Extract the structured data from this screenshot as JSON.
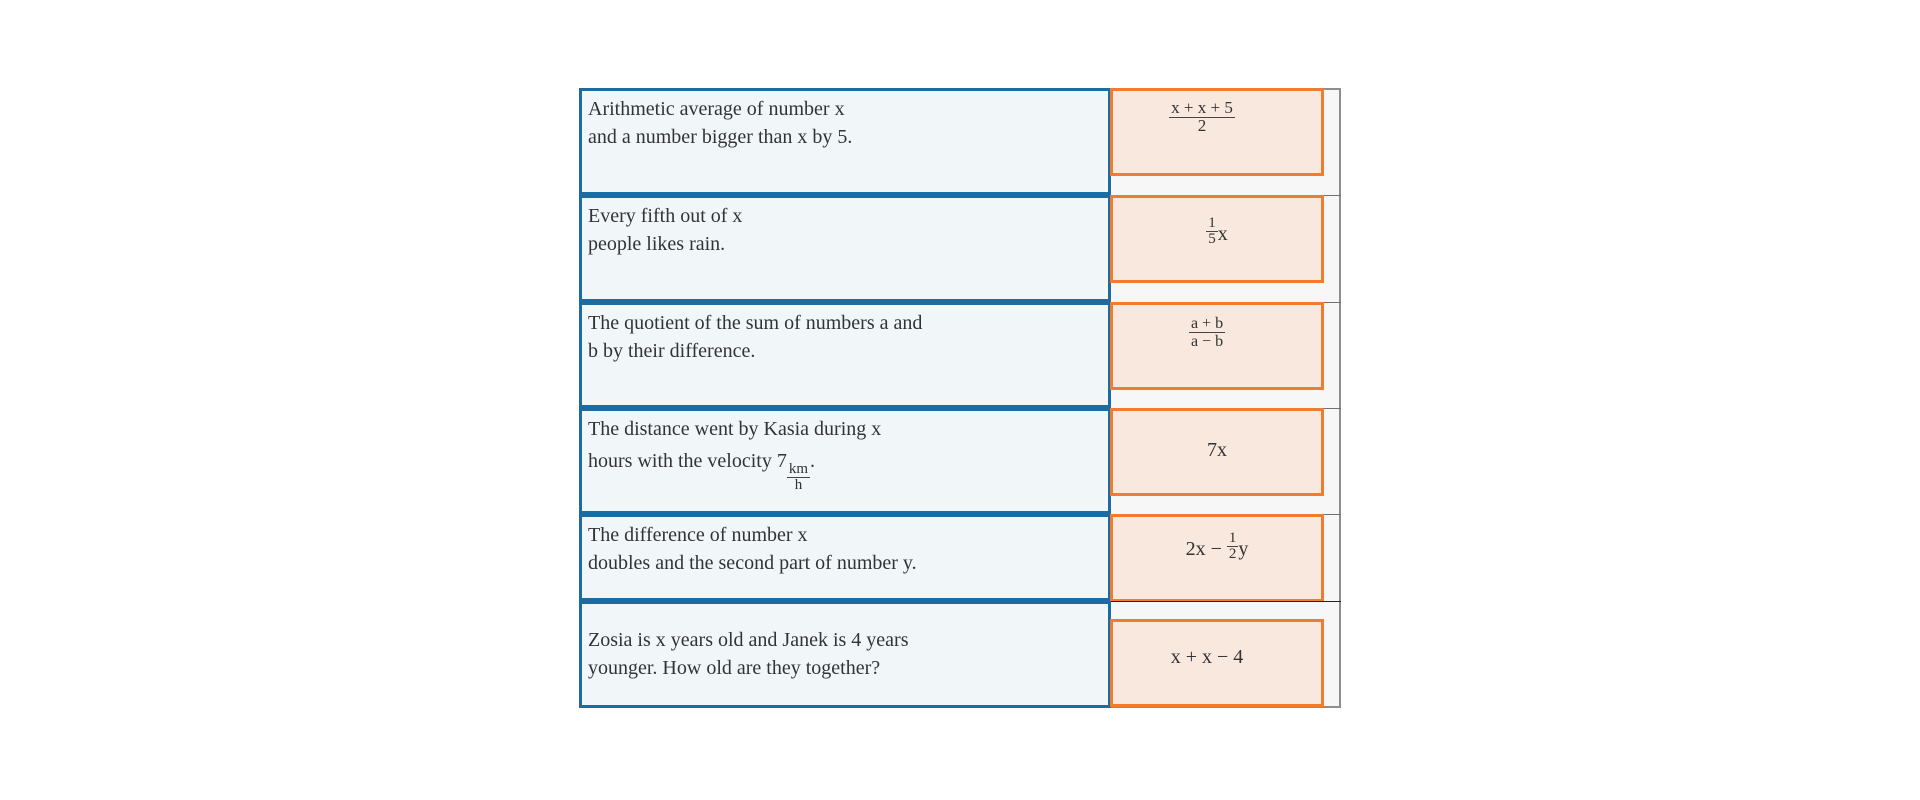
{
  "colors": {
    "prompt_border": "#1b6ca3",
    "prompt_fill": "#f1f6f9",
    "answer_border": "#f07c30",
    "answer_fill": "#f8e8de",
    "board_border": "#8e8e8e"
  },
  "rows": [
    {
      "prompt": [
        "Arithmetic average of number x",
        "and a number bigger than x by 5."
      ],
      "answer": {
        "type": "fraction",
        "numerator": "x + x + 5",
        "denominator": "2"
      }
    },
    {
      "prompt": [
        "Every fifth out of x",
        "people likes rain."
      ],
      "answer": {
        "type": "coef_fraction",
        "numerator": "1",
        "denominator": "5",
        "suffix": "x"
      }
    },
    {
      "prompt": [
        "The quotient of the sum of numbers a and",
        "b by their difference."
      ],
      "answer": {
        "type": "fraction",
        "numerator": "a + b",
        "denominator": "a − b"
      }
    },
    {
      "prompt": [
        "The distance went by Kasia during x",
        "hours with the velocity 7"
      ],
      "prompt_unit": {
        "numerator": "km",
        "denominator": "h",
        "trail": "."
      },
      "answer": {
        "type": "text",
        "value": "7x"
      }
    },
    {
      "prompt": [
        "The difference of number x",
        "doubles and the second part of number y."
      ],
      "answer": {
        "type": "mixed",
        "prefix": "2x − ",
        "numerator": "1",
        "denominator": "2",
        "suffix": "y"
      }
    },
    {
      "prompt": [
        "Zosia is x years old and Janek is 4 years",
        "younger. How old are they together?"
      ],
      "answer": {
        "type": "text",
        "value": "x + x − 4"
      }
    }
  ]
}
